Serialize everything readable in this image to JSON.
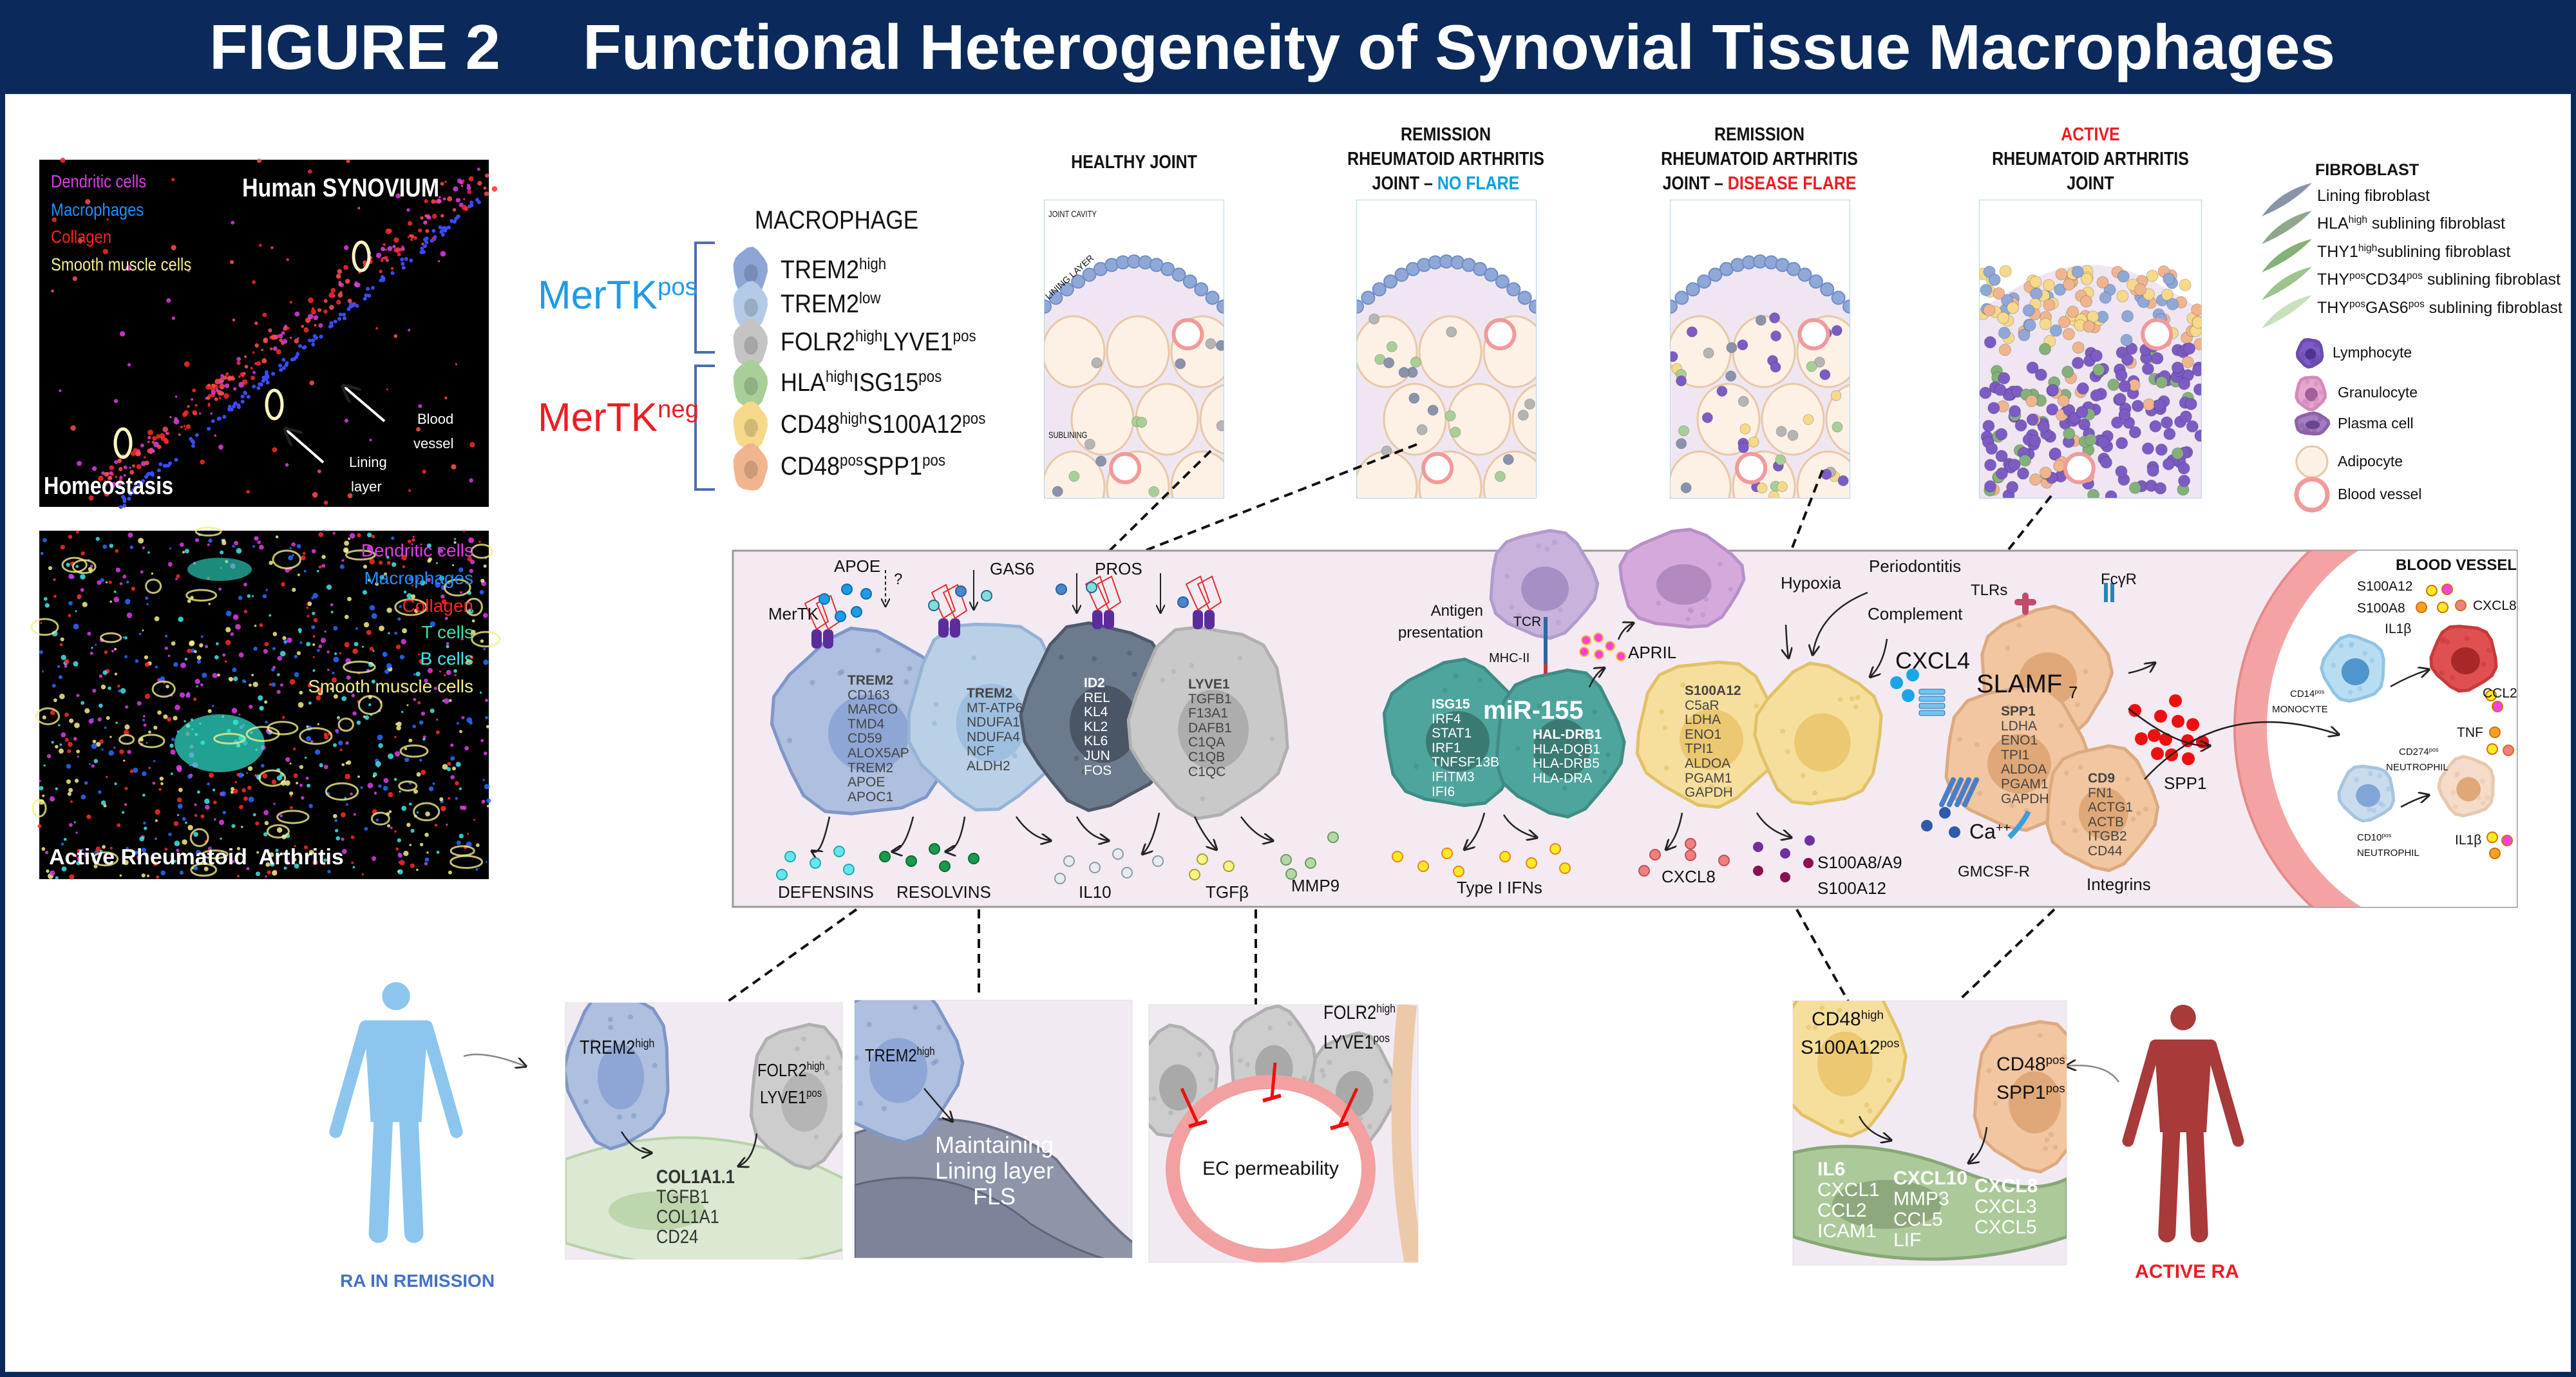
{
  "header": {
    "figure": "FIGURE 2",
    "title": "Functional Heterogeneity of Synovial Tissue Macrophages",
    "bg_color": "#0b2a5b"
  },
  "homeostasis_image": {
    "title": "Human SYNOVIUM",
    "caption": "Homeostasis",
    "legend": [
      {
        "label": "Dendritic cells",
        "color": "#e03ce8"
      },
      {
        "label": "Macrophages",
        "color": "#1f8fff"
      },
      {
        "label": "Collagen",
        "color": "#ff2020"
      },
      {
        "label": "Smooth muscle cells",
        "color": "#f4ee8a"
      }
    ],
    "annotations": {
      "blood_vessel": [
        "Blood",
        "vessel"
      ],
      "lining_layer": [
        "Lining",
        "layer"
      ]
    }
  },
  "ra_image": {
    "caption": "Active Rheumatoid  Arthritis",
    "legend": [
      {
        "label": "Dendritic cells",
        "color": "#e03ce8"
      },
      {
        "label": "Macrophages",
        "color": "#1f8fff"
      },
      {
        "label": "Collagen",
        "color": "#ff2020"
      },
      {
        "label": "T cells",
        "color": "#3de0a8"
      },
      {
        "label": "B cells",
        "color": "#3fe6e6"
      },
      {
        "label": "Smooth muscle cells",
        "color": "#f4ee8a"
      }
    ]
  },
  "macrophage_legend": {
    "title": "MACROPHAGE",
    "groups": [
      {
        "label": [
          {
            "b": "MerTK",
            "s": "pos"
          }
        ],
        "color": "#1e9be9"
      },
      {
        "label": [
          {
            "b": "MerTK",
            "s": "neg"
          }
        ],
        "color": "#ee1c24"
      }
    ],
    "items": [
      {
        "label": [
          {
            "b": "TREM2",
            "s": "high"
          }
        ],
        "color": "#8ea6d6"
      },
      {
        "label": [
          {
            "b": "TREM2",
            "s": "low"
          }
        ],
        "color": "#b3cbe6"
      },
      {
        "label": [
          {
            "b": "FOLR2",
            "s": "high"
          },
          {
            "b": "LYVE1",
            "s": "pos"
          }
        ],
        "color": "#c4c4c4"
      },
      {
        "label": [
          {
            "b": "HLA",
            "s": "high"
          },
          {
            "b": "ISG15",
            "s": "pos"
          }
        ],
        "color": "#a9cf98"
      },
      {
        "label": [
          {
            "b": "CD48",
            "s": "high"
          },
          {
            "b": "S100A12",
            "s": "pos"
          }
        ],
        "color": "#f6d98a"
      },
      {
        "label": [
          {
            "b": "CD48",
            "s": "pos"
          },
          {
            "b": "SPP1",
            "s": "pos"
          }
        ],
        "color": "#f0b58e"
      }
    ]
  },
  "joints": [
    {
      "title": [
        [
          {
            "b": "HEALTHY JOINT"
          }
        ]
      ],
      "labels": [
        "JOINT CAVITY",
        "LINING LAYER",
        "SUBLINING"
      ]
    },
    {
      "title": [
        [
          {
            "b": "REMISSION"
          }
        ],
        [
          {
            "b": "RHEUMATOID ARTHRITIS"
          }
        ],
        [
          {
            "b": "JOINT – "
          },
          {
            "b": "NO FLARE",
            "color": "#00a0e6"
          }
        ]
      ]
    },
    {
      "title": [
        [
          {
            "b": "REMISSION"
          }
        ],
        [
          {
            "b": "RHEUMATOID ARTHRITIS"
          }
        ],
        [
          {
            "b": "JOINT – "
          },
          {
            "b": "DISEASE FLARE",
            "color": "#ee1c24"
          }
        ]
      ]
    },
    {
      "title": [
        [
          {
            "b": "ACTIVE",
            "color": "#ee1c24"
          }
        ],
        [
          {
            "b": "RHEUMATOID ARTHRITIS"
          }
        ],
        [
          {
            "b": "JOINT"
          }
        ]
      ]
    }
  ],
  "cell_legend": {
    "fibroblast_title": "FIBROBLAST",
    "fibroblasts": [
      {
        "label": [
          {
            "b": "Lining fibroblast"
          }
        ],
        "color": "#8a93ab"
      },
      {
        "label": [
          {
            "b": "HLA",
            "s": "high"
          },
          {
            "b": " sublining fibroblast"
          }
        ],
        "color": "#8ea88e"
      },
      {
        "label": [
          {
            "b": "THY1",
            "s": "high"
          },
          {
            "b": "sublining fibroblast"
          }
        ],
        "color": "#86b07a"
      },
      {
        "label": [
          {
            "b": "THY",
            "s": "pos"
          },
          {
            "b": "CD34",
            "s": "pos"
          },
          {
            "b": " sublining fibroblast"
          }
        ],
        "color": "#9cc48c"
      },
      {
        "label": [
          {
            "b": "THY",
            "s": "pos"
          },
          {
            "b": "GAS6",
            "s": "pos"
          },
          {
            "b": " sublining fibroblast"
          }
        ],
        "color": "#c8e0bc"
      }
    ],
    "cells": [
      {
        "label": "Lymphocyte",
        "color": "#7c5cc4"
      },
      {
        "label": "Granulocyte",
        "color": "#e6a6cf"
      },
      {
        "label": "Plasma cell",
        "color": "#a57cc0"
      },
      {
        "label": "Adipocyte",
        "color": "#fdf1e6"
      },
      {
        "label": "Blood vessel",
        "color": "#f09a9a"
      }
    ]
  },
  "mechanisms": {
    "mertk_pos": {
      "ligands": [
        "APOE",
        "?",
        "GAS6",
        "PROS"
      ],
      "receptor": "MerTK",
      "genes_trem2_high": [
        "TREM2",
        "CD163",
        "MARCO",
        "TMD4",
        "CD59",
        "ALOX5AP",
        "TREM2",
        "APOE",
        "APOC1"
      ],
      "genes_trem2_low": [
        "TREM2",
        "MT-ATP6",
        "NDUFA1",
        "NDUFA4",
        "NCF",
        "ALDH2"
      ],
      "genes_id2": [
        "ID2",
        "REL",
        "KL4",
        "KL2",
        "KL6",
        "JUN",
        "FOS"
      ],
      "genes_lyve1": [
        "LYVE1",
        "TGFB1",
        "F13A1",
        "DAFB1",
        "C1QA",
        "C1QB",
        "C1QC"
      ],
      "outputs": [
        "DEFENSINS",
        "RESOLVINS",
        "IL10",
        "TGFβ",
        "MMP9"
      ]
    },
    "hla_isg15": {
      "antigen": [
        "Antigen",
        "presentation"
      ],
      "tcr": "TCR",
      "mhc": "MHC-II",
      "april": "APRIL",
      "mirna": "miR-155",
      "genes_isg15": [
        "ISG15",
        "IRF4",
        "STAT1",
        "IRF1",
        "TNFSF13B",
        "IFITM3",
        "IFI6"
      ],
      "genes_hla": [
        "HAL-DRB1",
        "HLA-DQB1",
        "HLA-DRB5",
        "HLA-DRA"
      ],
      "output": "Type I IFNs"
    },
    "s100a12": {
      "stimuli": [
        "Hypoxia",
        "Periodontitis",
        "Complement"
      ],
      "genes": [
        "S100A12",
        "C5aR",
        "LDHA",
        "ENO1",
        "TPI1",
        "ALDOA",
        "PGAM1",
        "GAPDH"
      ],
      "outputs": [
        "CXCL8",
        "S100A8/A9",
        "S100A12"
      ]
    },
    "spp1": {
      "cxcl4": "CXCL4",
      "slamf7": {
        "b": "SLAMF",
        "sub": "7"
      },
      "tlrs": "TLRs",
      "fcgr": "FcγR",
      "ca": {
        "b": "Ca",
        "s": "++"
      },
      "gmcsf": "GMCSF-R",
      "integrins": "Integrins",
      "spp1": "SPP1",
      "genes_slamf7": [
        "SPP1",
        "LDHA",
        "ENO1",
        "TPI1",
        "ALDOA",
        "PGAM1",
        "GAPDH"
      ],
      "genes_cd9": [
        "CD9",
        "FN1",
        "ACTG1",
        "ACTB",
        "ITGB2",
        "CD44"
      ]
    },
    "blood_vessel": {
      "title": "BLOOD VESSEL",
      "mediators": [
        "S100A12",
        "S100A8",
        "IL1β",
        "CXCL8",
        "CCL2",
        "TNF",
        "IL1β"
      ],
      "monocyte": [
        {
          "b": "CD14",
          "s": "pos"
        }
      ],
      "monocyte_type": "MONOCYTE",
      "cd274_neutrophil": [
        {
          "b": "CD274",
          "s": "pos"
        }
      ],
      "cd10_neutrophil": [
        {
          "b": "CD10",
          "s": "pos"
        }
      ],
      "neutrophil_type": "NEUTROPHIL"
    }
  },
  "bottom": {
    "remission_label": "RA IN REMISSION",
    "remission_color": "#4472c4",
    "active_label": "ACTIVE RA",
    "active_color": "#ee1c24",
    "panel1": {
      "trem2": [
        {
          "b": "TREM2",
          "s": "high"
        }
      ],
      "folr2": [
        {
          "b": "FOLR2",
          "s": "high"
        }
      ],
      "lyve1": [
        {
          "b": "LYVE1",
          "s": "pos"
        }
      ],
      "genes": [
        "COL1A1.1",
        "TGFB1",
        "COL1A1",
        "CD24"
      ]
    },
    "panel2": {
      "trem2": [
        {
          "b": "TREM2",
          "s": "high"
        }
      ],
      "text": [
        "Maintaining",
        "Lining layer",
        "FLS"
      ]
    },
    "panel3": {
      "folr2": [
        {
          "b": "FOLR2",
          "s": "high"
        }
      ],
      "lyve1": [
        {
          "b": "LYVE1",
          "s": "pos"
        }
      ],
      "text": "EC permeability"
    },
    "panel4": {
      "cd48h": [
        {
          "b": "CD48",
          "s": "high"
        }
      ],
      "s100": [
        {
          "b": "S100A12",
          "s": "pos"
        }
      ],
      "cd48p": [
        {
          "b": "CD48",
          "s": "pos"
        }
      ],
      "spp1": [
        {
          "b": "SPP1",
          "s": "pos"
        }
      ],
      "genes_col1": [
        "IL6",
        "CXCL1",
        "CCL2",
        "ICAM1"
      ],
      "genes_col2": [
        "CXCL10",
        "MMP3",
        "CCL5",
        "LIF"
      ],
      "genes_col3": [
        "CXCL8",
        "CXCL3",
        "CXCL5"
      ]
    }
  }
}
